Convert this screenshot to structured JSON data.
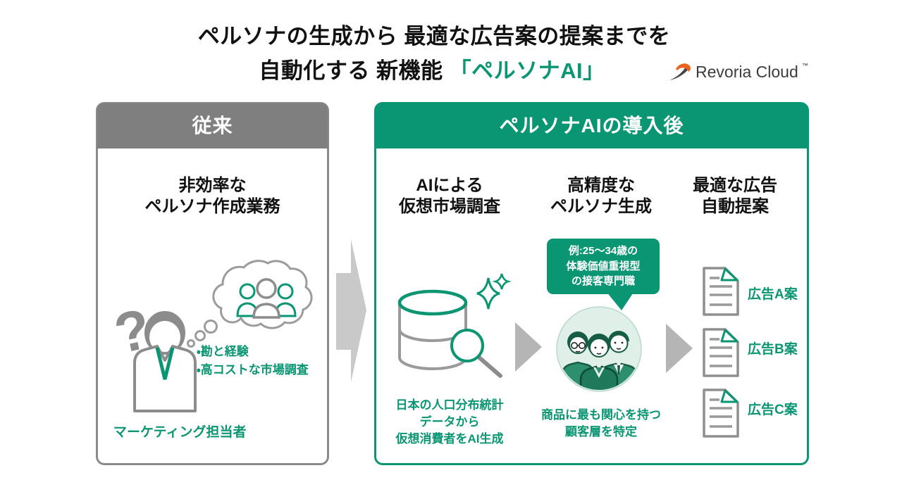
{
  "colors": {
    "brand_green": "#0a9573",
    "header_gray": "#7f7f7f",
    "logo_orange": "#e8641e",
    "illustration_gray": "#8c8c8c",
    "arrow_gray": "#c9c9c9"
  },
  "title": {
    "line1": "ペルソナの生成から 最適な広告案の提案までを",
    "line2_black": "自動化する 新機能",
    "line2_green": "「ペルソナAI」"
  },
  "logo": {
    "name": "Revoria Cloud",
    "tm": "™",
    "icon": "revoria-swoosh-icon"
  },
  "before_panel": {
    "header": "従来",
    "heading_line1": "非効率な",
    "heading_line2": "ペルソナ作成業務",
    "bullet1": "・勘と経験",
    "bullet2": "・高コストな市場調査",
    "caption": "マーケティング担当者",
    "icons": [
      "question-mark-icon",
      "marketer-person-icon",
      "thought-bubble-icon",
      "people-group-icon"
    ]
  },
  "after_panel": {
    "header": "ペルソナAIの導入後",
    "col1": {
      "heading_line1": "AIによる",
      "heading_line2": "仮想市場調査",
      "caption_line1": "日本の人口分布統計",
      "caption_line2": "データから",
      "caption_line3": "仮想消費者をAI生成",
      "icon": "database-search-sparkle-icon"
    },
    "col2": {
      "heading_line1": "高精度な",
      "heading_line2": "ペルソナ生成",
      "bubble_line1": "例:25〜34歳の",
      "bubble_line2": "体験価値重視型",
      "bubble_line3": "の接客専門職",
      "caption_line1": "商品に最も関心を持つ",
      "caption_line2": "顧客層を特定",
      "icon": "persona-group-icon"
    },
    "col3": {
      "heading_line1": "最適な広告",
      "heading_line2": "自動提案",
      "doc1_label": "広告A案",
      "doc2_label": "広告B案",
      "doc3_label": "広告C案",
      "icon": "document-icon"
    }
  }
}
